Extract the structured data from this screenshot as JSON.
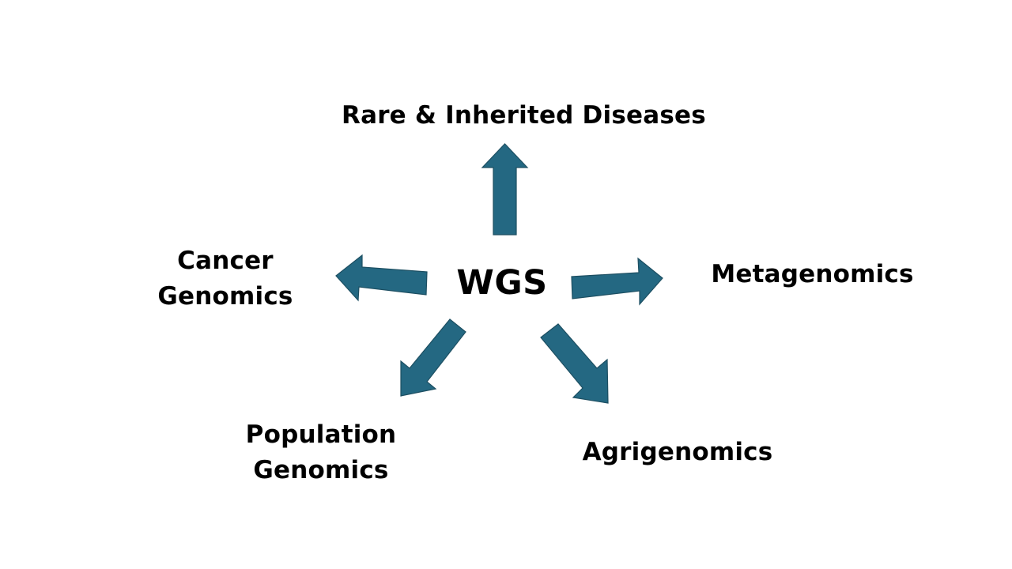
{
  "diagram": {
    "center": "WGS",
    "nodes": {
      "top": "Rare & Inherited Diseases",
      "left_line1": "Cancer",
      "left_line2": "Genomics",
      "right": "Metagenomics",
      "bottom_left_line1": "Population",
      "bottom_left_line2": "Genomics",
      "bottom_right": "Agrigenomics"
    },
    "colors": {
      "arrow": "#246882",
      "text": "#000000",
      "background": "#ffffff"
    }
  }
}
